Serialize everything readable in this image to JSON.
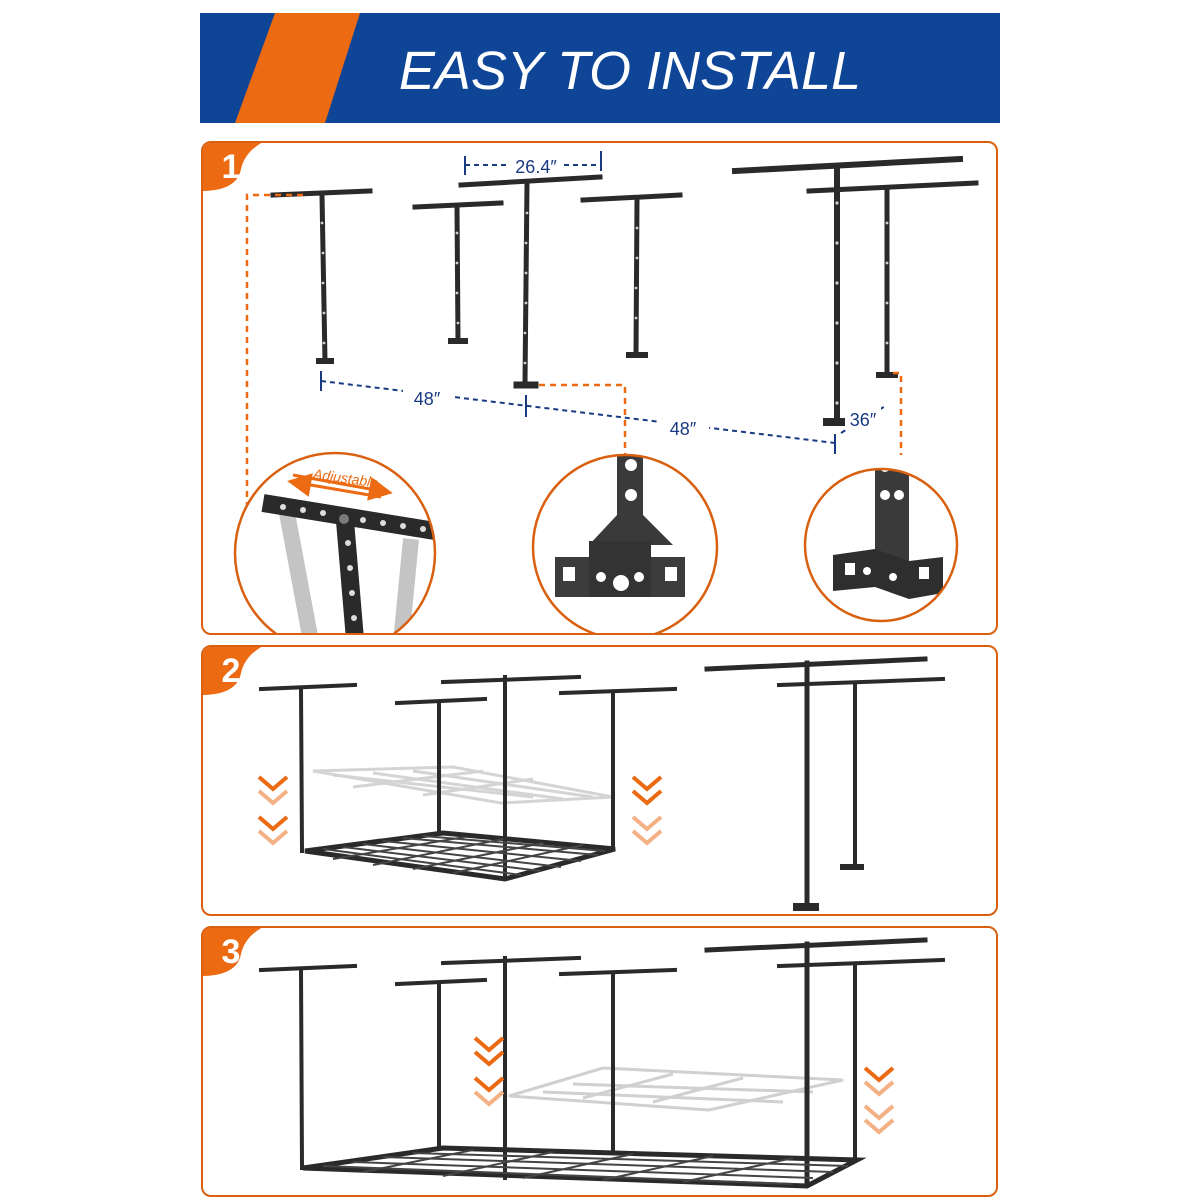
{
  "banner": {
    "title": "EASY TO INSTALL"
  },
  "steps": [
    {
      "number": "1"
    },
    {
      "number": "2"
    },
    {
      "number": "3"
    }
  ],
  "dimensions": {
    "bracket_width": "26.4″",
    "span_left": "48″",
    "span_right": "48″",
    "depth": "36″"
  },
  "callouts": {
    "adjustable": "Adjustable"
  },
  "colors": {
    "banner_blue": "#0f4596",
    "accent_orange": "#ec6a12",
    "frame_dark": "#2a2a2a",
    "dimension_blue": "#1a3a82",
    "border_orange": "#d9600f"
  }
}
